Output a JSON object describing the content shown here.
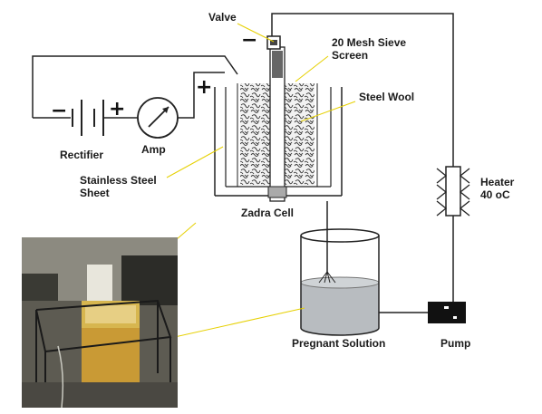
{
  "labels": {
    "valve": "Valve",
    "sieve": "20 Mesh Sieve\nScreen",
    "steel_wool": "Steel Wool",
    "rectifier": "Rectifier",
    "amp": "Amp",
    "stainless": "Stainless Steel\nSheet",
    "zadra": "Zadra Cell",
    "heater": "Heater\n40 oC",
    "pregnant": "Pregnant Solution",
    "pump": "Pump"
  },
  "symbols": {
    "minus_valve": "−",
    "plus_cell": "+",
    "minus_rect": "−",
    "plus_rect": "+"
  },
  "colors": {
    "line": "#222222",
    "leader": "#e6d000",
    "solution": "#b8bcc0",
    "pump": "#111111",
    "photo_bg": "#6a6a60"
  }
}
